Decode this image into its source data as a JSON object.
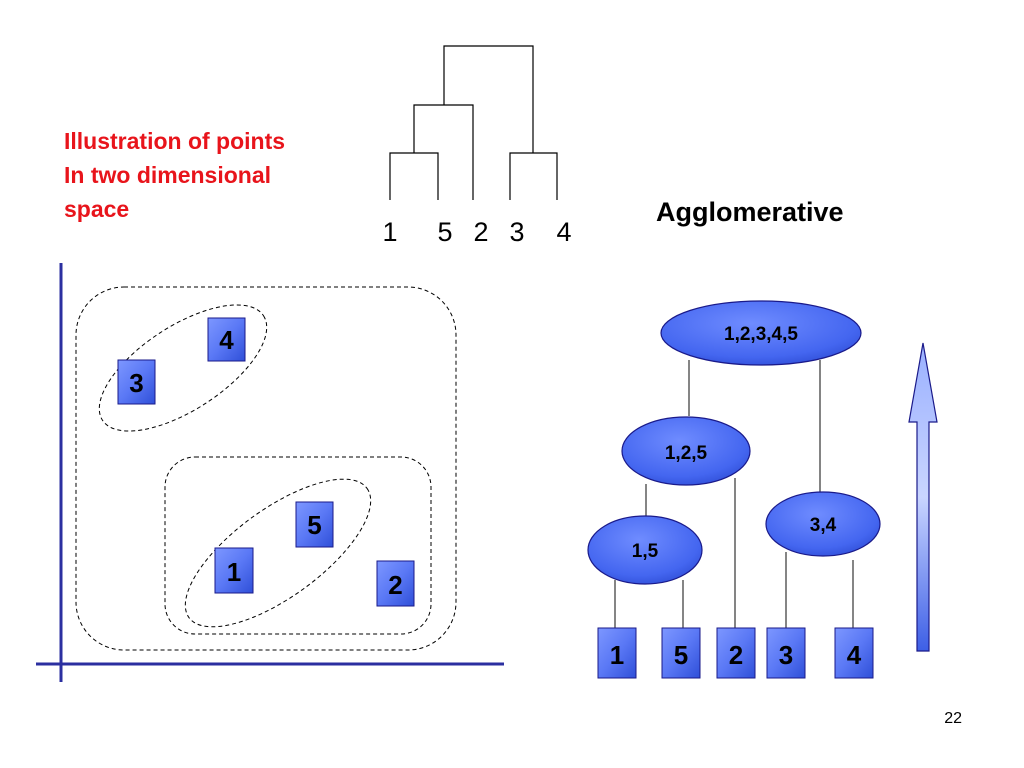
{
  "illustration_caption": {
    "line1": "Illustration of points",
    "line2": "In two dimensional",
    "line3": "space"
  },
  "title": "Agglomerative",
  "dendrogram": {
    "leaf_order": [
      "1",
      "5",
      "2",
      "3",
      "4"
    ]
  },
  "scatter_points": [
    "4",
    "3",
    "5",
    "1",
    "2"
  ],
  "tree": {
    "root": "1,2,3,4,5",
    "cluster_125": "1,2,5",
    "cluster_34": "3,4",
    "cluster_15": "1,5",
    "leaves": [
      "1",
      "5",
      "2",
      "3",
      "4"
    ]
  },
  "colors": {
    "caption": "#e8141b",
    "axis": "#2b2fa0",
    "box_fill": "#4a6cf0",
    "oval_fill": "#3f63ee"
  },
  "arrow_direction": "up",
  "page_number": "22"
}
